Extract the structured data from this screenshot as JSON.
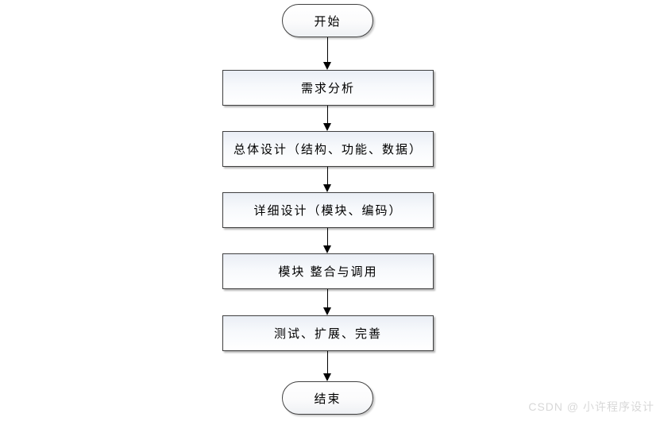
{
  "flowchart": {
    "start": {
      "label": "开始"
    },
    "steps": [
      {
        "label": "需求分析"
      },
      {
        "label": "总体设计（结构、功能、数据）"
      },
      {
        "label": "详细设计（模块、编码）"
      },
      {
        "label": "模块 整合与调用"
      },
      {
        "label": "测试、扩展、完善"
      }
    ],
    "end": {
      "label": "结束"
    }
  },
  "watermark": {
    "text": "CSDN @ 小许程序设计"
  },
  "colors": {
    "node_border": "#404040",
    "process_fill_top": "#eaeef5",
    "process_fill_bottom": "#ffffff",
    "arrow": "#000000",
    "watermark_text": "#d8d8d8",
    "background": "#ffffff"
  }
}
